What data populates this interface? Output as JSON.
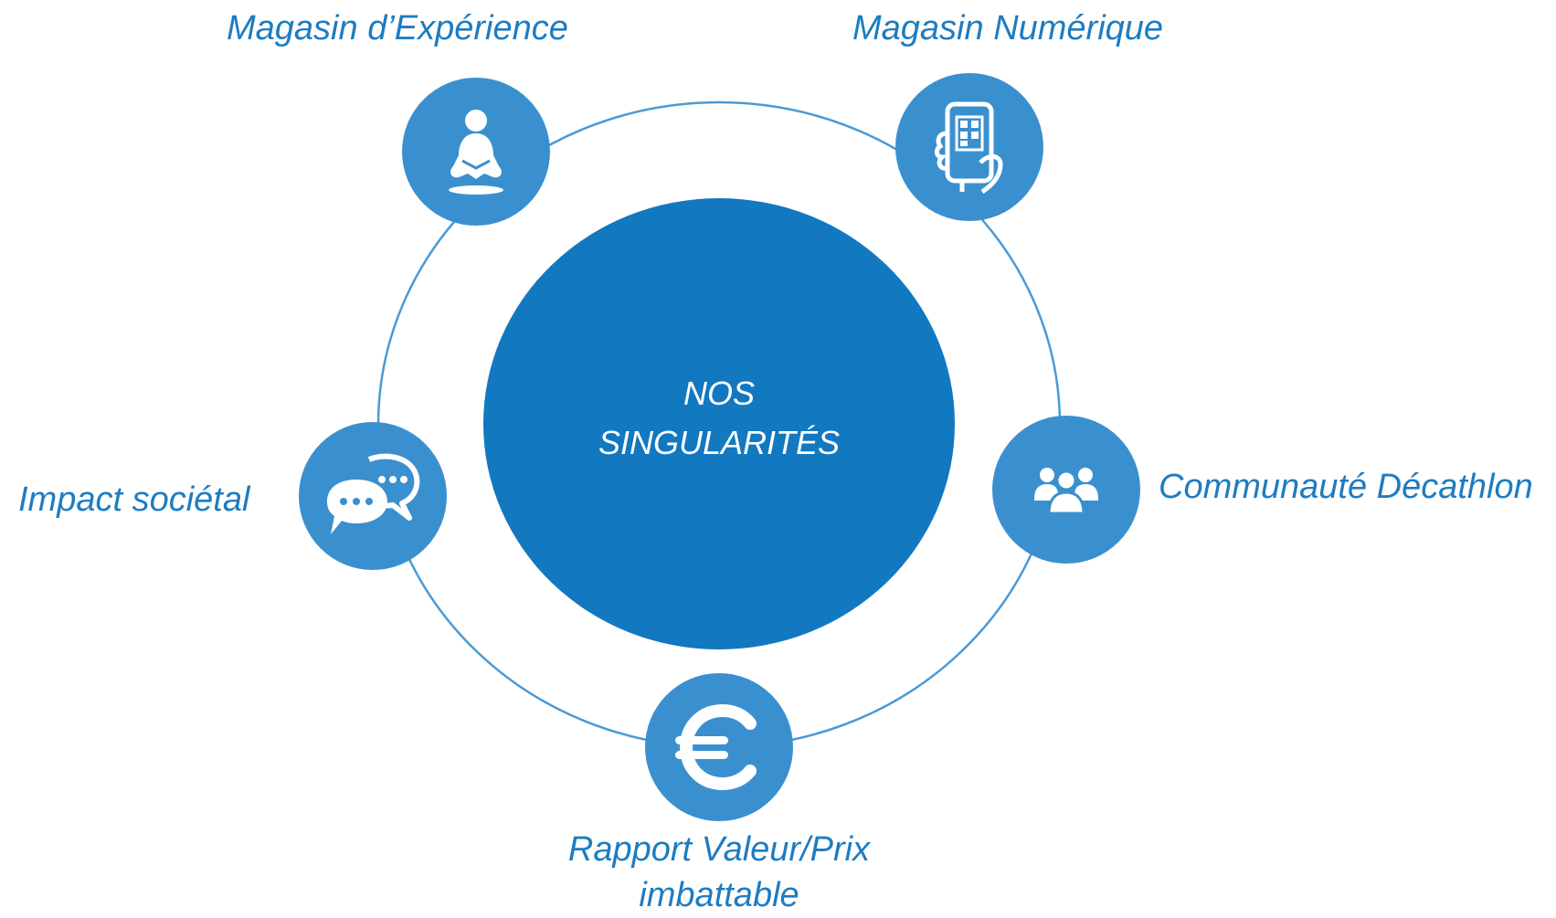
{
  "diagram": {
    "center": {
      "line1": "NOS",
      "line2": "SINGULARITÉS"
    },
    "nodes": [
      {
        "id": "experience",
        "label": "Magasin d’Expérience",
        "icon": "meditation-person-icon"
      },
      {
        "id": "numerique",
        "label": "Magasin Numérique",
        "icon": "smartphone-hand-icon"
      },
      {
        "id": "communaute",
        "label": "Communauté Décathlon",
        "icon": "people-group-icon"
      },
      {
        "id": "prix",
        "label_line1": "Rapport Valeur/Prix",
        "label_line2": "imbattable",
        "icon": "euro-icon"
      },
      {
        "id": "societal",
        "label": "Impact sociétal",
        "icon": "chat-bubbles-icon"
      }
    ]
  },
  "colors": {
    "center_fill": "#1278c0",
    "node_fill": "#3a90cf",
    "ring_stroke": "#4a9ad6",
    "label_text": "#1d7cc1",
    "center_text": "#ffffff"
  }
}
